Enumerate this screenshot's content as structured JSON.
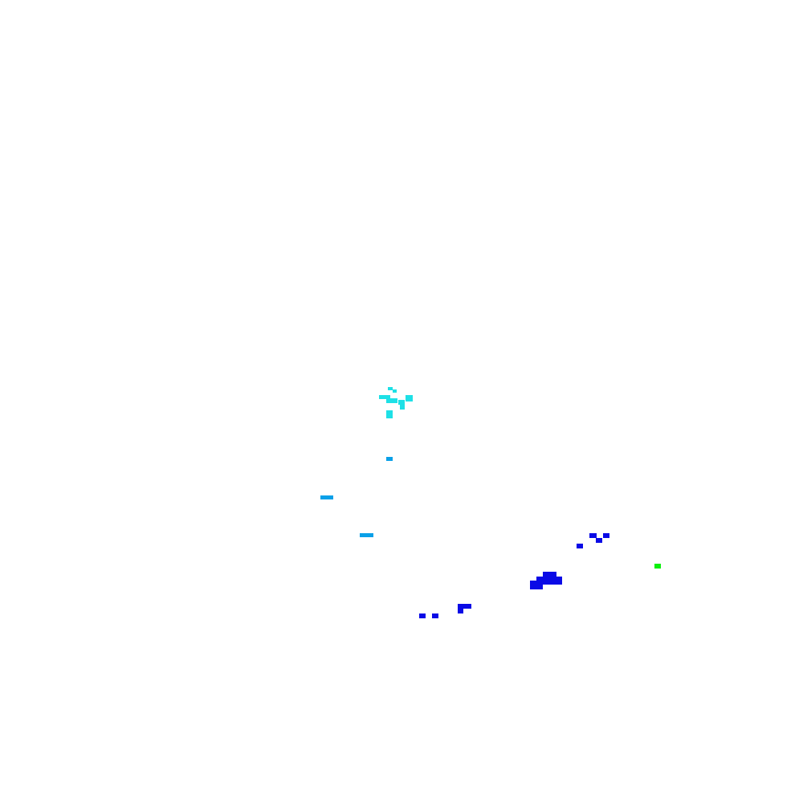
{
  "palette": {
    "background": "#ffffff",
    "cyan": "#1ee0e6",
    "sky": "#0aa0e8",
    "blue": "#0a0ae6",
    "green": "#0af00a"
  },
  "clusters": [
    {
      "name": "cyan-cluster",
      "color": "cyan"
    },
    {
      "name": "sky-blue-cluster",
      "color": "sky"
    },
    {
      "name": "blue-cluster",
      "color": "blue"
    },
    {
      "name": "green-cluster",
      "color": "green"
    }
  ]
}
